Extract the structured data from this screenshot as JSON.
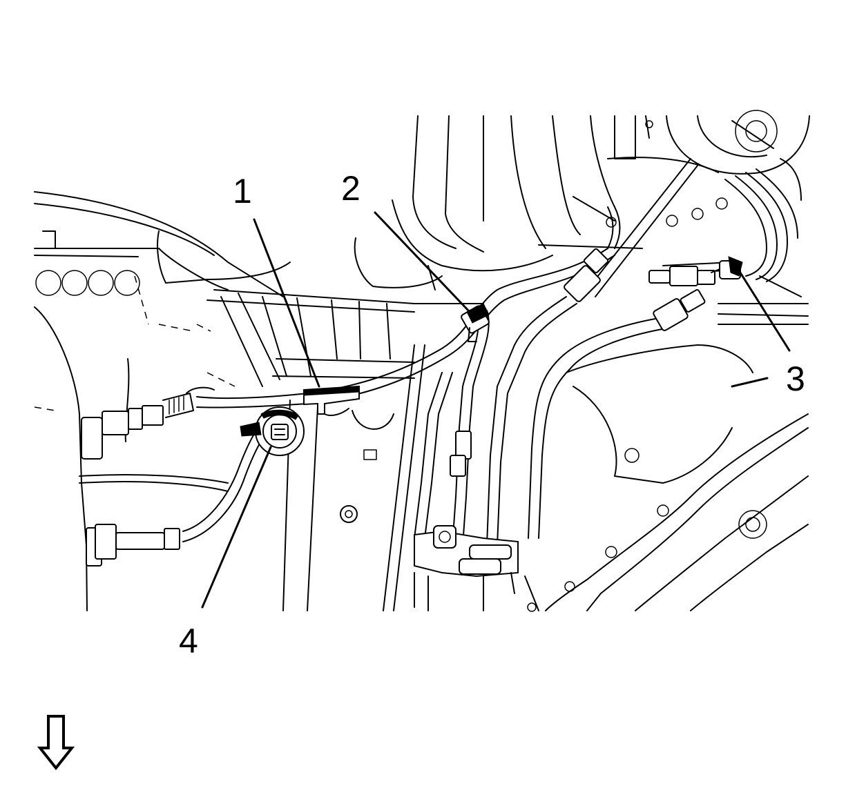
{
  "callouts": [
    {
      "id": "1",
      "label": "1"
    },
    {
      "id": "2",
      "label": "2"
    },
    {
      "id": "3",
      "label": "3"
    },
    {
      "id": "4",
      "label": "4"
    }
  ],
  "view_direction_icon": "arrow-down-outline-icon",
  "colors": {
    "line": "#000000",
    "background": "#ffffff"
  }
}
